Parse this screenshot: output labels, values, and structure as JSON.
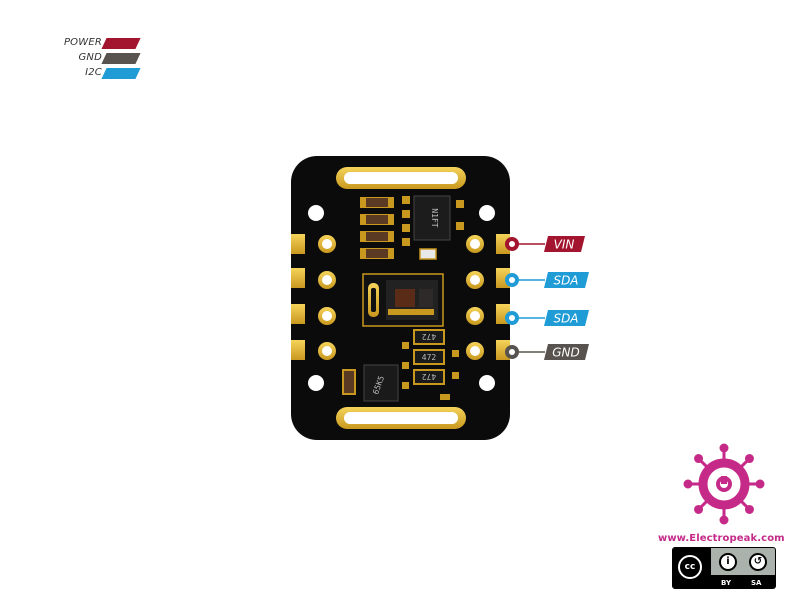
{
  "legend": [
    {
      "label": "POWER",
      "color": "#a3152f"
    },
    {
      "label": "GND",
      "color": "#58534e"
    },
    {
      "label": "I2C",
      "color": "#1f9bd6"
    }
  ],
  "pins": [
    {
      "label": "VIN",
      "color": "#a3152f"
    },
    {
      "label": "SDA",
      "color": "#1f9bd6"
    },
    {
      "label": "SDA",
      "color": "#1f9bd6"
    },
    {
      "label": "GND",
      "color": "#58534e"
    }
  ],
  "components": {
    "r1": "472",
    "r2": "472",
    "r3": "472",
    "ic": "65K5",
    "reg": "N1FT"
  },
  "brand": {
    "url": "www.Electropeak.com",
    "logo_color": "#c52a88"
  },
  "license": {
    "cc": "cc",
    "by": "BY",
    "sa": "SA",
    "by_symbol": "i",
    "sa_symbol": "↺"
  }
}
